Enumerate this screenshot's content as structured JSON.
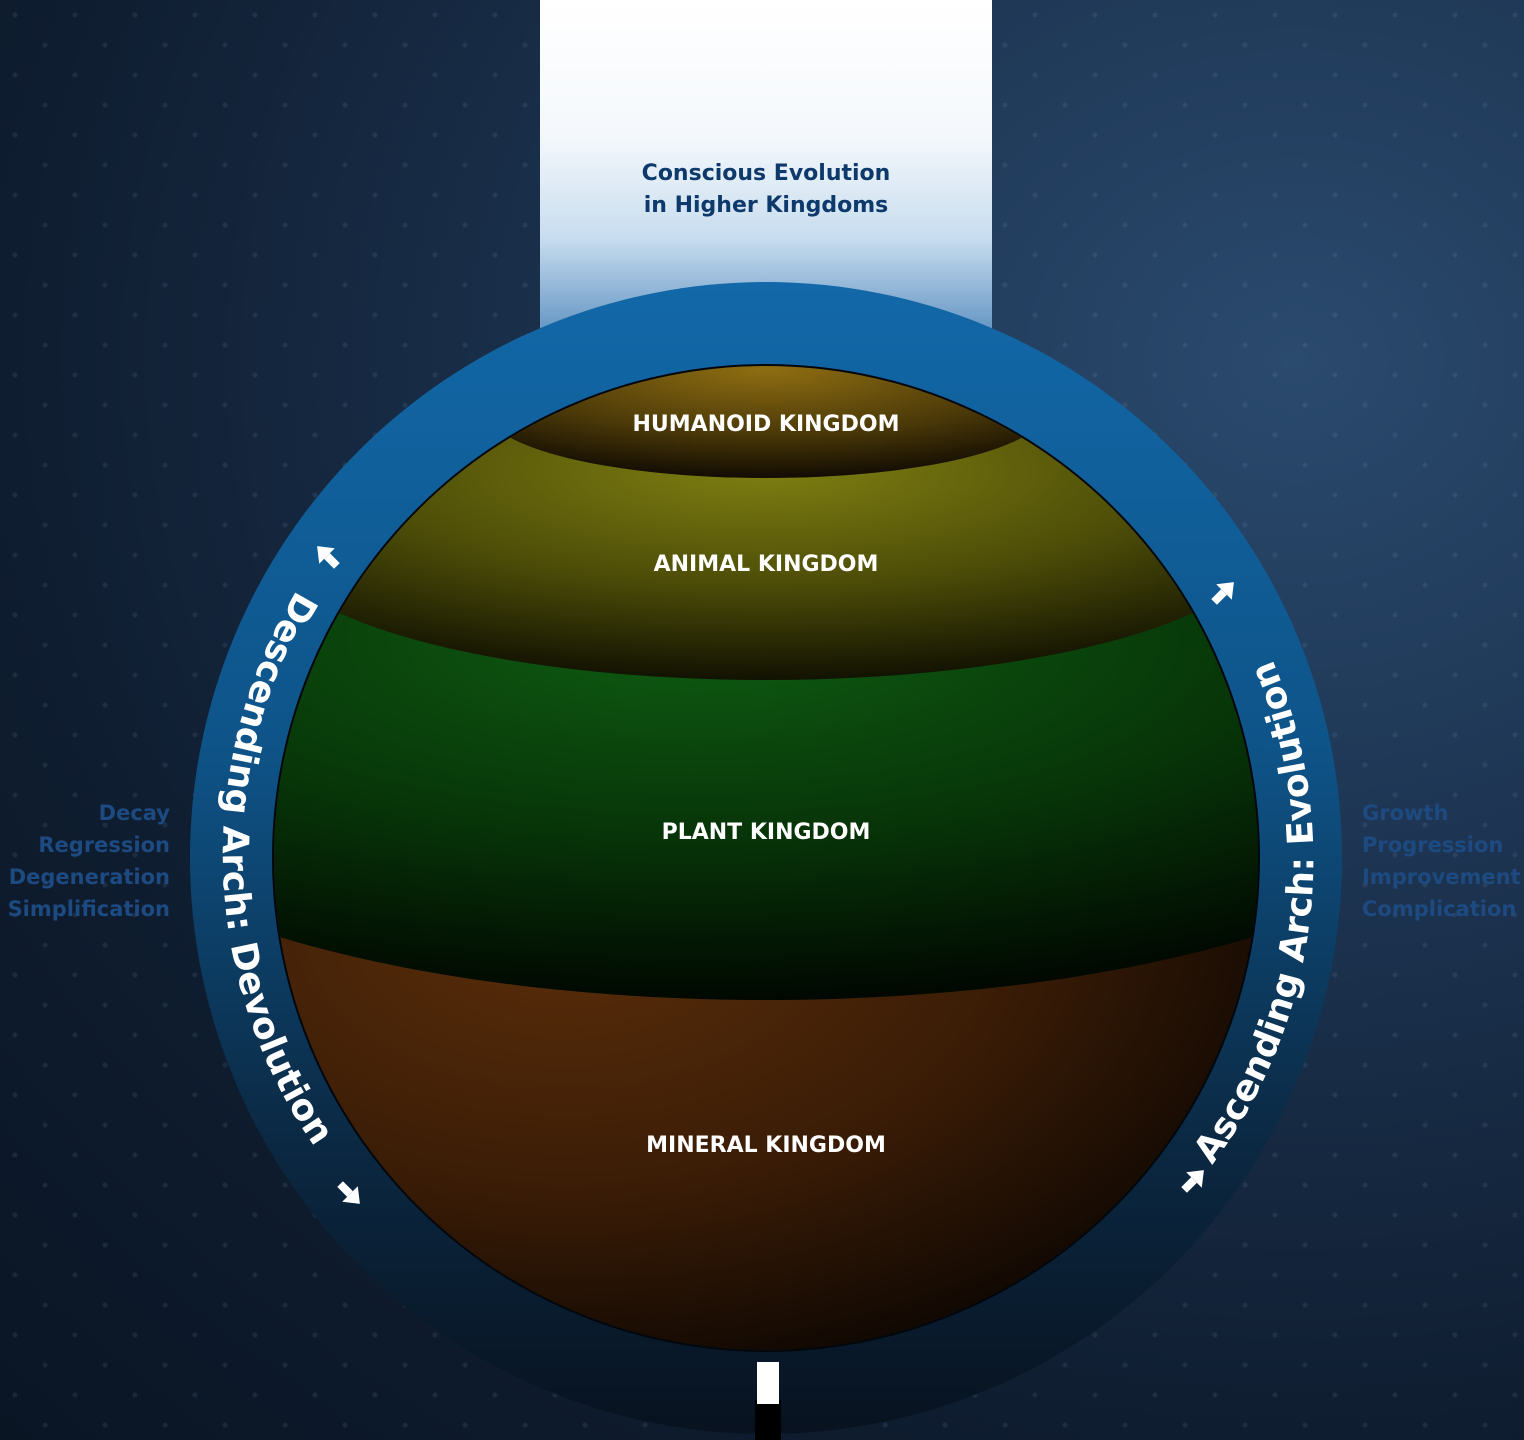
{
  "top_panel": {
    "title_line1": "Conscious Evolution",
    "title_line2": "in Higher Kingdoms"
  },
  "kingdoms": [
    {
      "label": "HUMANOID KINGDOM",
      "color": "#8a6a10"
    },
    {
      "label": "ANIMAL KINGDOM",
      "color": "#7d7d10"
    },
    {
      "label": "PLANT KINGDOM",
      "color": "#0d5a12"
    },
    {
      "label": "MINERAL KINGDOM",
      "color": "#5a2e0a"
    }
  ],
  "arches": {
    "descending": "Descending Arch: Devolution",
    "ascending": "Ascending Arch: Evolution"
  },
  "left_words": [
    "Decay",
    "Regression",
    "Degeneration",
    "Simplification"
  ],
  "right_words": [
    "Growth",
    "Progression",
    "Improvement",
    "Complication"
  ],
  "colors": {
    "ring": "#0f5a95",
    "ring_dark": "#0a1a2c",
    "side_words": "#1d4a80",
    "top_title": "#0d3a6b"
  },
  "icons": {
    "arrows": [
      "arrow-down-left-icon",
      "arrow-down-right-icon",
      "arrow-up-right-icon",
      "arrow-up-left-icon"
    ],
    "bottom_marker": "white-bar-marker"
  }
}
